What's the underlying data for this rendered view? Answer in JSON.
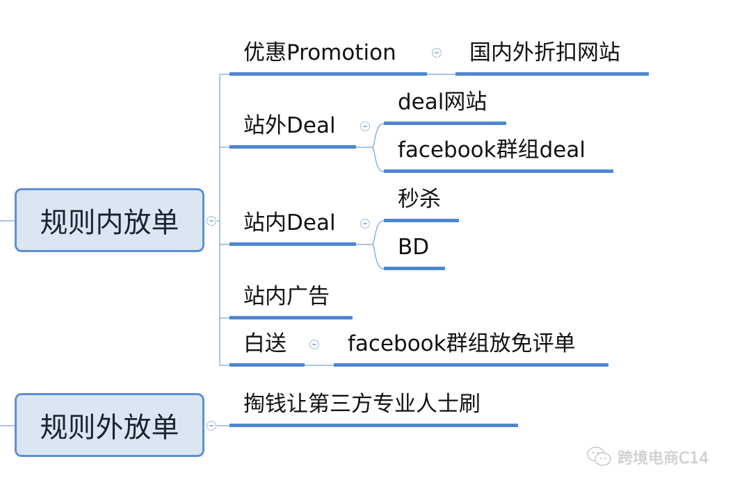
{
  "mindmap": {
    "roots": [
      {
        "label": "规则内放单",
        "children": [
          {
            "label": "优惠Promotion",
            "children": [
              {
                "label": "国内外折扣网站"
              }
            ]
          },
          {
            "label": "站外Deal",
            "children": [
              {
                "label": "deal网站"
              },
              {
                "label": "facebook群组deal"
              }
            ]
          },
          {
            "label": "站内Deal",
            "children": [
              {
                "label": "秒杀"
              },
              {
                "label": "BD"
              }
            ]
          },
          {
            "label": "站内广告"
          },
          {
            "label": "白送",
            "children": [
              {
                "label": "facebook群组放免评单"
              }
            ]
          }
        ]
      },
      {
        "label": "规则外放单",
        "children": [
          {
            "label": "掏钱让第三方专业人士刷"
          }
        ]
      }
    ]
  },
  "watermark": {
    "text": "跨境电商C14",
    "icon": "wechat-icon"
  },
  "colors": {
    "accent": "#4f86d0",
    "root_fill": "#dce6f2",
    "root_border": "#5b8fd6",
    "connector": "#8fb0e0"
  }
}
